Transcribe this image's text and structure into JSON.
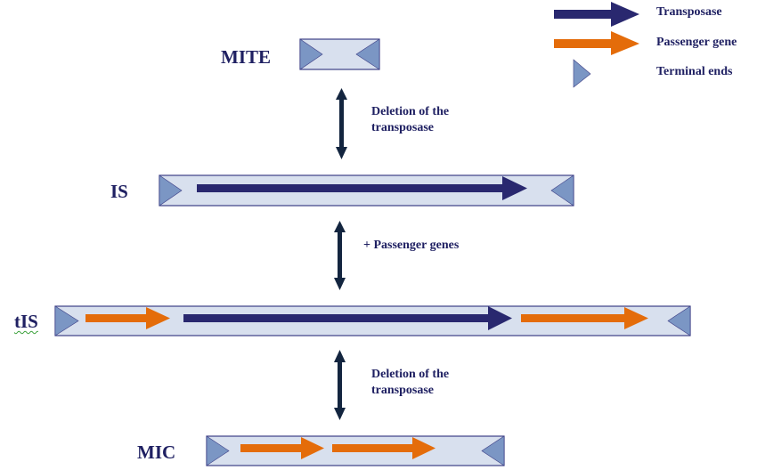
{
  "legend": {
    "items": [
      {
        "label": "Transposase",
        "kind": "arrow",
        "color": "#29286f"
      },
      {
        "label": "Passenger gene",
        "kind": "arrow",
        "color": "#e46c0a"
      },
      {
        "label": "Terminal ends",
        "kind": "triangle",
        "color": "#7b96c4"
      }
    ]
  },
  "elements": [
    {
      "id": "mite",
      "label": "MITE",
      "contents": []
    },
    {
      "id": "is",
      "label": "IS",
      "contents": [
        "transposase"
      ]
    },
    {
      "id": "tis",
      "label": "tIS",
      "contents": [
        "passenger",
        "transposase",
        "passenger"
      ]
    },
    {
      "id": "mic",
      "label": "MIC",
      "contents": [
        "passenger",
        "passenger"
      ]
    }
  ],
  "transitions": [
    {
      "from": "MITE",
      "to": "IS",
      "line1": "Deletion of the",
      "line2": "transposase"
    },
    {
      "from": "IS",
      "to": "tIS",
      "line1": "+ Passenger genes",
      "line2": ""
    },
    {
      "from": "tIS",
      "to": "MIC",
      "line1": "Deletion of the",
      "line2": "transposase"
    }
  ],
  "colors": {
    "box_fill": "#d8e0ee",
    "box_stroke": "#3d3f86",
    "terminal": "#7b96c4",
    "transposase": "#29286f",
    "passenger": "#e46c0a",
    "double_arrow": "#13253f",
    "text": "#1f2062"
  }
}
